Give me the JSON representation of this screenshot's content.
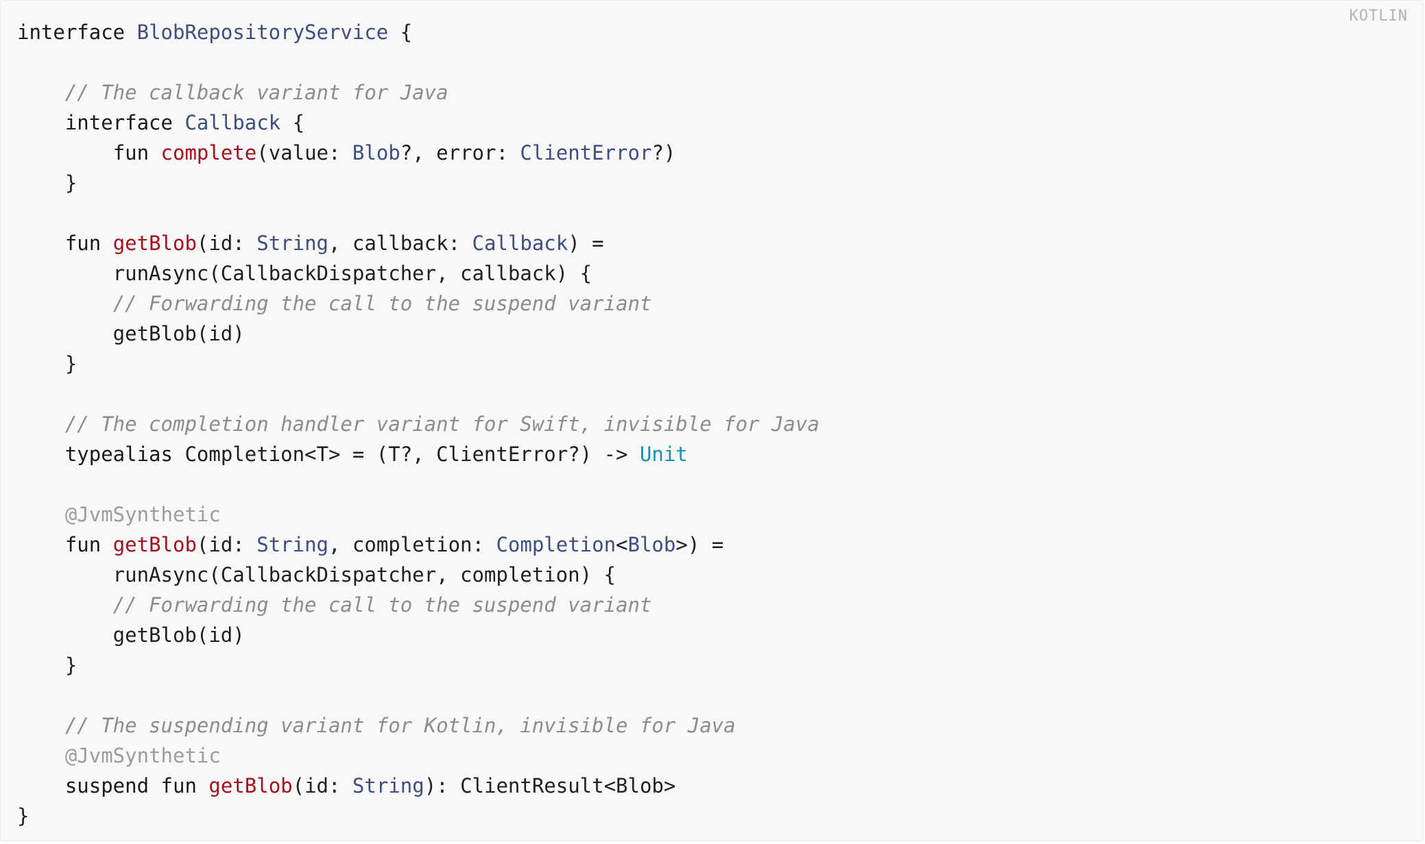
{
  "code_block": {
    "language_label": "KOTLIN",
    "colors": {
      "background": "#f8f8f8",
      "keyword": "#1a1a1a",
      "type": "#3d4e7e",
      "function": "#a20f1c",
      "comment": "#8c8c8c",
      "annotation": "#9c9c9c",
      "builtin": "#1a8fb4"
    },
    "lines": [
      [
        {
          "t": "interface",
          "k": "kw"
        },
        {
          "t": " ",
          "k": "plain"
        },
        {
          "t": "BlobRepositoryService",
          "k": "type"
        },
        {
          "t": " {",
          "k": "plain"
        }
      ],
      [],
      [
        {
          "t": "    ",
          "k": "plain"
        },
        {
          "t": "// The callback variant for Java",
          "k": "com"
        }
      ],
      [
        {
          "t": "    ",
          "k": "plain"
        },
        {
          "t": "interface",
          "k": "kw"
        },
        {
          "t": " ",
          "k": "plain"
        },
        {
          "t": "Callback",
          "k": "type"
        },
        {
          "t": " {",
          "k": "plain"
        }
      ],
      [
        {
          "t": "        ",
          "k": "plain"
        },
        {
          "t": "fun",
          "k": "kw"
        },
        {
          "t": " ",
          "k": "plain"
        },
        {
          "t": "complete",
          "k": "fn"
        },
        {
          "t": "(value: ",
          "k": "plain"
        },
        {
          "t": "Blob",
          "k": "type"
        },
        {
          "t": "?, error: ",
          "k": "plain"
        },
        {
          "t": "ClientError",
          "k": "type"
        },
        {
          "t": "?)",
          "k": "plain"
        }
      ],
      [
        {
          "t": "    }",
          "k": "plain"
        }
      ],
      [],
      [
        {
          "t": "    ",
          "k": "plain"
        },
        {
          "t": "fun",
          "k": "kw"
        },
        {
          "t": " ",
          "k": "plain"
        },
        {
          "t": "getBlob",
          "k": "fn"
        },
        {
          "t": "(id: ",
          "k": "plain"
        },
        {
          "t": "String",
          "k": "type"
        },
        {
          "t": ", callback: ",
          "k": "plain"
        },
        {
          "t": "Callback",
          "k": "type"
        },
        {
          "t": ") =",
          "k": "plain"
        }
      ],
      [
        {
          "t": "        runAsync(CallbackDispatcher, callback) {",
          "k": "plain"
        }
      ],
      [
        {
          "t": "        ",
          "k": "plain"
        },
        {
          "t": "// Forwarding the call to the suspend variant",
          "k": "com"
        }
      ],
      [
        {
          "t": "        getBlob(id)",
          "k": "plain"
        }
      ],
      [
        {
          "t": "    }",
          "k": "plain"
        }
      ],
      [],
      [
        {
          "t": "    ",
          "k": "plain"
        },
        {
          "t": "// The completion handler variant for Swift, invisible for Java",
          "k": "com"
        }
      ],
      [
        {
          "t": "    ",
          "k": "plain"
        },
        {
          "t": "typealias",
          "k": "kw"
        },
        {
          "t": " Completion<T> = (T?, ClientError?) -> ",
          "k": "plain"
        },
        {
          "t": "Unit",
          "k": "builtin"
        }
      ],
      [],
      [
        {
          "t": "    ",
          "k": "plain"
        },
        {
          "t": "@JvmSynthetic",
          "k": "ann"
        }
      ],
      [
        {
          "t": "    ",
          "k": "plain"
        },
        {
          "t": "fun",
          "k": "kw"
        },
        {
          "t": " ",
          "k": "plain"
        },
        {
          "t": "getBlob",
          "k": "fn"
        },
        {
          "t": "(id: ",
          "k": "plain"
        },
        {
          "t": "String",
          "k": "type"
        },
        {
          "t": ", completion: ",
          "k": "plain"
        },
        {
          "t": "Completion",
          "k": "type"
        },
        {
          "t": "<",
          "k": "plain"
        },
        {
          "t": "Blob",
          "k": "type"
        },
        {
          "t": ">) =",
          "k": "plain"
        }
      ],
      [
        {
          "t": "        runAsync(CallbackDispatcher, completion) {",
          "k": "plain"
        }
      ],
      [
        {
          "t": "        ",
          "k": "plain"
        },
        {
          "t": "// Forwarding the call to the suspend variant",
          "k": "com"
        }
      ],
      [
        {
          "t": "        getBlob(id)",
          "k": "plain"
        }
      ],
      [
        {
          "t": "    }",
          "k": "plain"
        }
      ],
      [],
      [
        {
          "t": "    ",
          "k": "plain"
        },
        {
          "t": "// The suspending variant for Kotlin, invisible for Java",
          "k": "com"
        }
      ],
      [
        {
          "t": "    ",
          "k": "plain"
        },
        {
          "t": "@JvmSynthetic",
          "k": "ann"
        }
      ],
      [
        {
          "t": "    ",
          "k": "plain"
        },
        {
          "t": "suspend",
          "k": "kw"
        },
        {
          "t": " ",
          "k": "plain"
        },
        {
          "t": "fun",
          "k": "kw"
        },
        {
          "t": " ",
          "k": "plain"
        },
        {
          "t": "getBlob",
          "k": "fn"
        },
        {
          "t": "(id: ",
          "k": "plain"
        },
        {
          "t": "String",
          "k": "type"
        },
        {
          "t": "): ClientResult<Blob>",
          "k": "plain"
        }
      ],
      [
        {
          "t": "}",
          "k": "plain"
        }
      ]
    ]
  }
}
